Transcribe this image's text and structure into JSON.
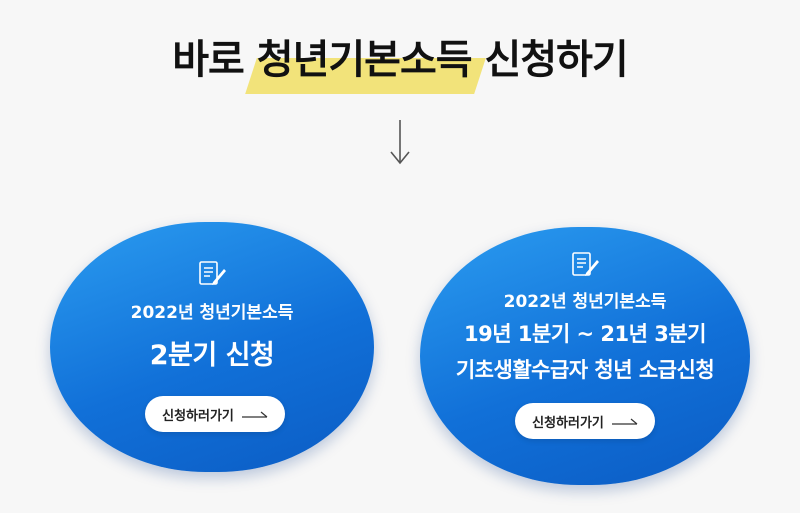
{
  "headline": {
    "prefix": "바로 ",
    "highlight": "청년기본소득",
    "suffix": " 신청하기"
  },
  "icons": {
    "arrow": "arrow-down-icon",
    "document": "document-pen-icon",
    "button_arrow": "arrow-right-icon"
  },
  "cards": [
    {
      "line1": "2022년 청년기본소득",
      "line2": "2분기 신청",
      "button": "신청하러가기"
    },
    {
      "line1": "2022년 청년기본소득",
      "line2": "19년 1분기 ~ 21년 3분기",
      "line3": "기초생활수급자 청년 소급신청",
      "button": "신청하러가기"
    }
  ],
  "colors": {
    "highlight": "#f2e37a",
    "card_gradient_start": "#2b9cf0",
    "card_gradient_end": "#0b5cc4",
    "button_bg": "#ffffff"
  }
}
